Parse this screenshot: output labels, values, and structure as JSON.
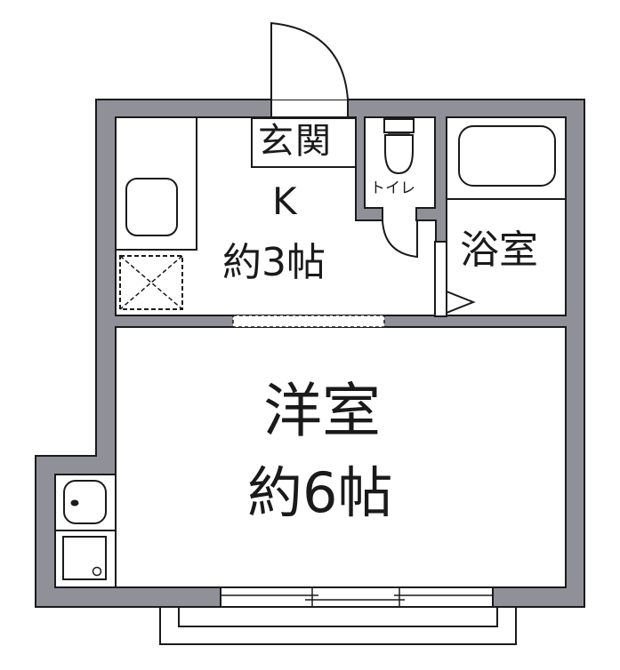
{
  "floorplan": {
    "colors": {
      "wall": "#8f9098",
      "line": "#1a1a1a",
      "floor": "#ffffff"
    },
    "rooms": {
      "entrance": {
        "label": "玄関"
      },
      "kitchen": {
        "label": "K",
        "size": "約3帖"
      },
      "toilet": {
        "label": "トイレ"
      },
      "bathroom": {
        "label": "浴室"
      },
      "western_room": {
        "label": "洋室",
        "size": "約6帖"
      }
    }
  }
}
